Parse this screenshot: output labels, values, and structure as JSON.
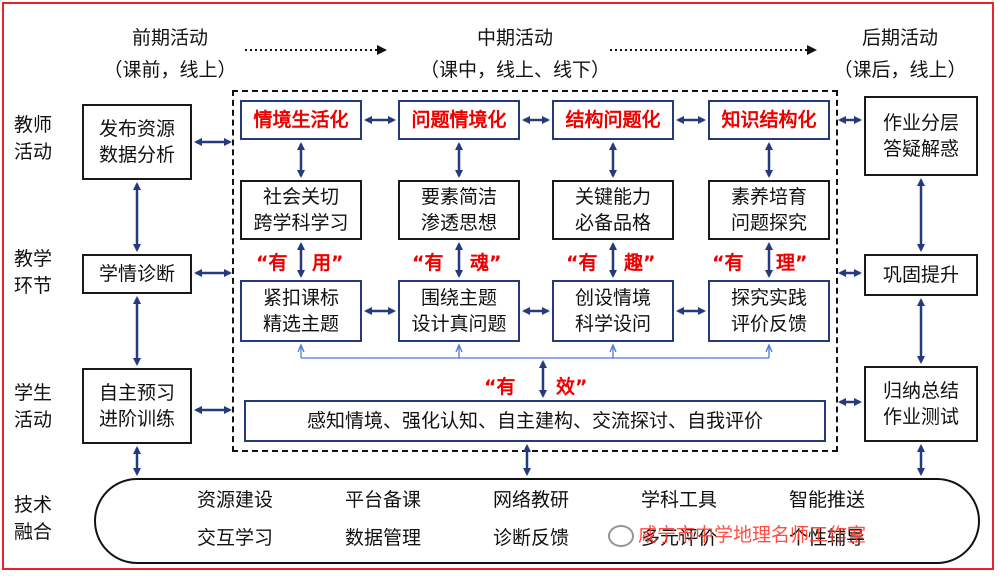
{
  "phases": {
    "early": {
      "title": "前期活动",
      "sub": "（课前，线上）"
    },
    "middle": {
      "title": "中期活动",
      "sub": "（课中，线上、线下）"
    },
    "late": {
      "title": "后期活动",
      "sub": "（课后，线上）"
    }
  },
  "rows": {
    "teacher": [
      "教师",
      "活动"
    ],
    "link": [
      "教学",
      "环节"
    ],
    "student": [
      "学生",
      "活动"
    ],
    "tech": [
      "技术",
      "融合"
    ]
  },
  "left_boxes": {
    "teacher": [
      "发布资源",
      "数据分析"
    ],
    "link": [
      "学情诊断"
    ],
    "student": [
      "自主预习",
      "进阶训练"
    ]
  },
  "right_boxes": {
    "teacher": [
      "作业分层",
      "答疑解惑"
    ],
    "link": [
      "巩固提升"
    ],
    "student": [
      "归纳总结",
      "作业测试"
    ]
  },
  "columns": [
    {
      "header": "情境生活化",
      "mid": [
        "社会关切",
        "跨学科学习"
      ],
      "slogan": [
        "“有",
        "用”"
      ],
      "bottom": [
        "紧扣课标",
        "精选主题"
      ]
    },
    {
      "header": "问题情境化",
      "mid": [
        "要素简洁",
        "渗透思想"
      ],
      "slogan": [
        "“有",
        "魂”"
      ],
      "bottom": [
        "围绕主题",
        "设计真问题"
      ]
    },
    {
      "header": "结构问题化",
      "mid": [
        "关键能力",
        "必备品格"
      ],
      "slogan": [
        "“有",
        "趣”"
      ],
      "bottom": [
        "创设情境",
        "科学设问"
      ]
    },
    {
      "header": "知识结构化",
      "mid": [
        "素养培育",
        "问题探究"
      ],
      "slogan": [
        "“有",
        "理”"
      ],
      "bottom": [
        "探究实践",
        "评价反馈"
      ]
    }
  ],
  "effective": [
    "“有",
    "效”"
  ],
  "student_chain": "感知情境、强化认知、自主建构、交流探讨、自我评价",
  "tech_items": {
    "row1": [
      "资源建设",
      "平台备课",
      "网络教研",
      "学科工具",
      "智能推送"
    ],
    "row2": [
      "交互学习",
      "数据管理",
      "诊断反馈",
      "多元评价",
      "个性辅导"
    ]
  },
  "watermark": "咸宁市中学地理名师工作室",
  "colors": {
    "frame": "#e8232c",
    "arrow": "#243a7a",
    "thin_arrow": "#4a7bd0",
    "red_text": "#e00000"
  }
}
